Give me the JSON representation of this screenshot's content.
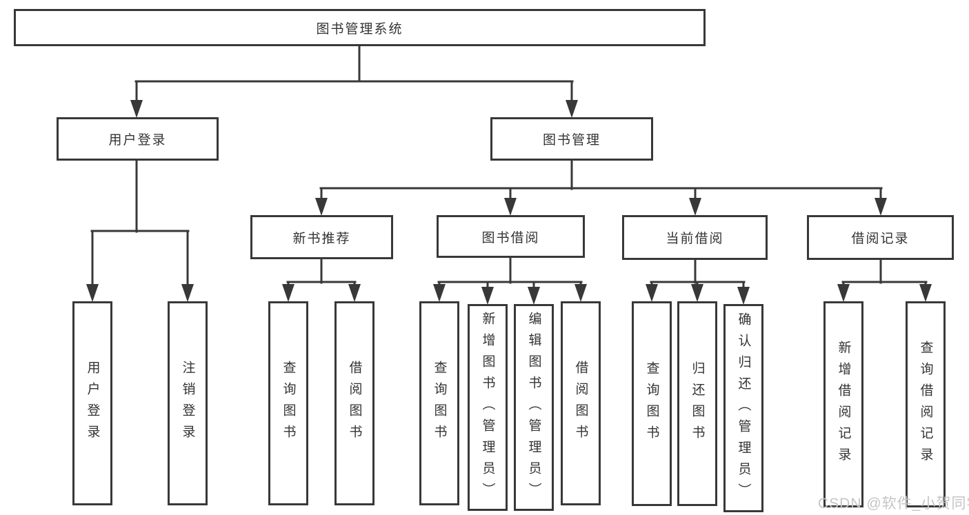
{
  "tree": {
    "root": {
      "label": "图书管理系统"
    },
    "branches": [
      {
        "label": "用户登录",
        "children": [
          {
            "label": "用户登录"
          },
          {
            "label": "注销登录"
          }
        ]
      },
      {
        "label": "图书管理",
        "children": [
          {
            "label": "新书推荐",
            "children": [
              {
                "label": "查询图书"
              },
              {
                "label": "借阅图书"
              }
            ]
          },
          {
            "label": "图书借阅",
            "children": [
              {
                "label": "查询图书"
              },
              {
                "label": "新增图书（管理员）"
              },
              {
                "label": "编辑图书（管理员）"
              },
              {
                "label": "借阅图书"
              }
            ]
          },
          {
            "label": "当前借阅",
            "children": [
              {
                "label": "查询图书"
              },
              {
                "label": "归还图书"
              },
              {
                "label": "确认归还（管理员）"
              }
            ]
          },
          {
            "label": "借阅记录",
            "children": [
              {
                "label": "新增借阅记录"
              },
              {
                "label": "查询借阅记录"
              }
            ]
          }
        ]
      }
    ]
  },
  "watermark": {
    "text": "CSDN @软件_小贺同学"
  },
  "colors": {
    "line": "#383838",
    "text": "#333333",
    "watermark": "#c5c5c5",
    "background": "#ffffff"
  }
}
